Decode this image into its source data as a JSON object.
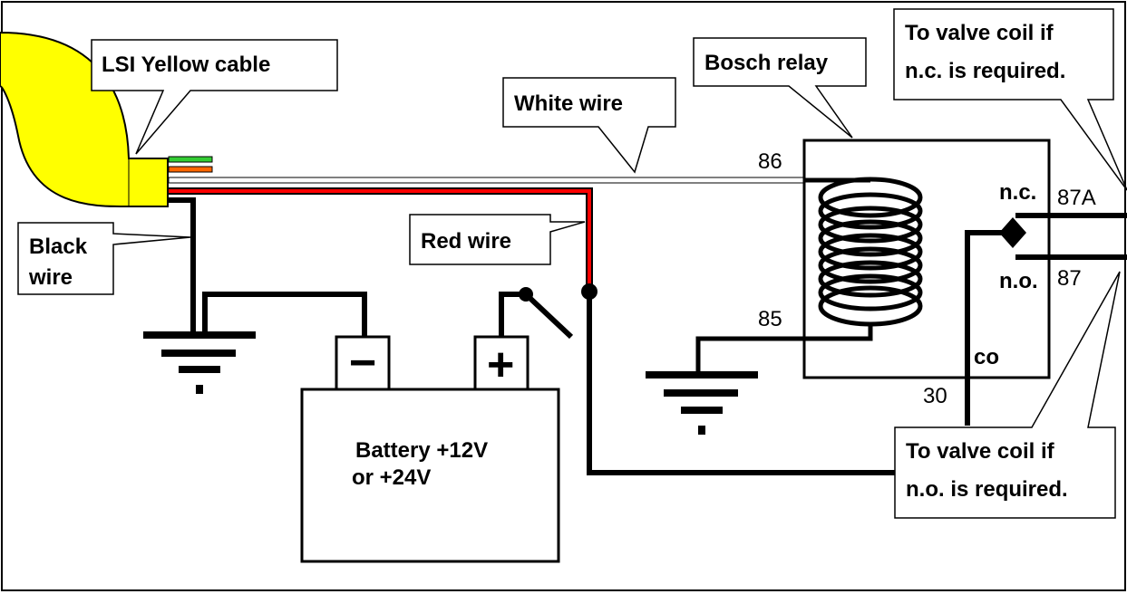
{
  "labels": {
    "lsi_cable": "LSI Yellow cable",
    "white_wire": "White wire",
    "bosch_relay": "Bosch relay",
    "valve_nc_line1": "To valve coil if",
    "valve_nc_line2": "n.c. is required.",
    "black_wire_line1": "Black",
    "black_wire_line2": "wire",
    "red_wire": "Red wire",
    "battery_line1": "Battery +12V",
    "battery_line2": "or  +24V",
    "valve_no_line1": "To valve coil if",
    "valve_no_line2": "n.o. is required.",
    "minus": "−",
    "plus": "+"
  },
  "terminals": {
    "t86": "86",
    "t85": "85",
    "t30": "30",
    "t87a": "87A",
    "t87": "87",
    "nc": "n.c.",
    "no": "n.o.",
    "co": "co"
  },
  "colors": {
    "cable_yellow": "#ffff00",
    "wire_green": "#33cc33",
    "wire_orange": "#ff6600",
    "wire_red": "#ff0000",
    "wire_white": "#ffffff",
    "wire_black": "#000000"
  }
}
